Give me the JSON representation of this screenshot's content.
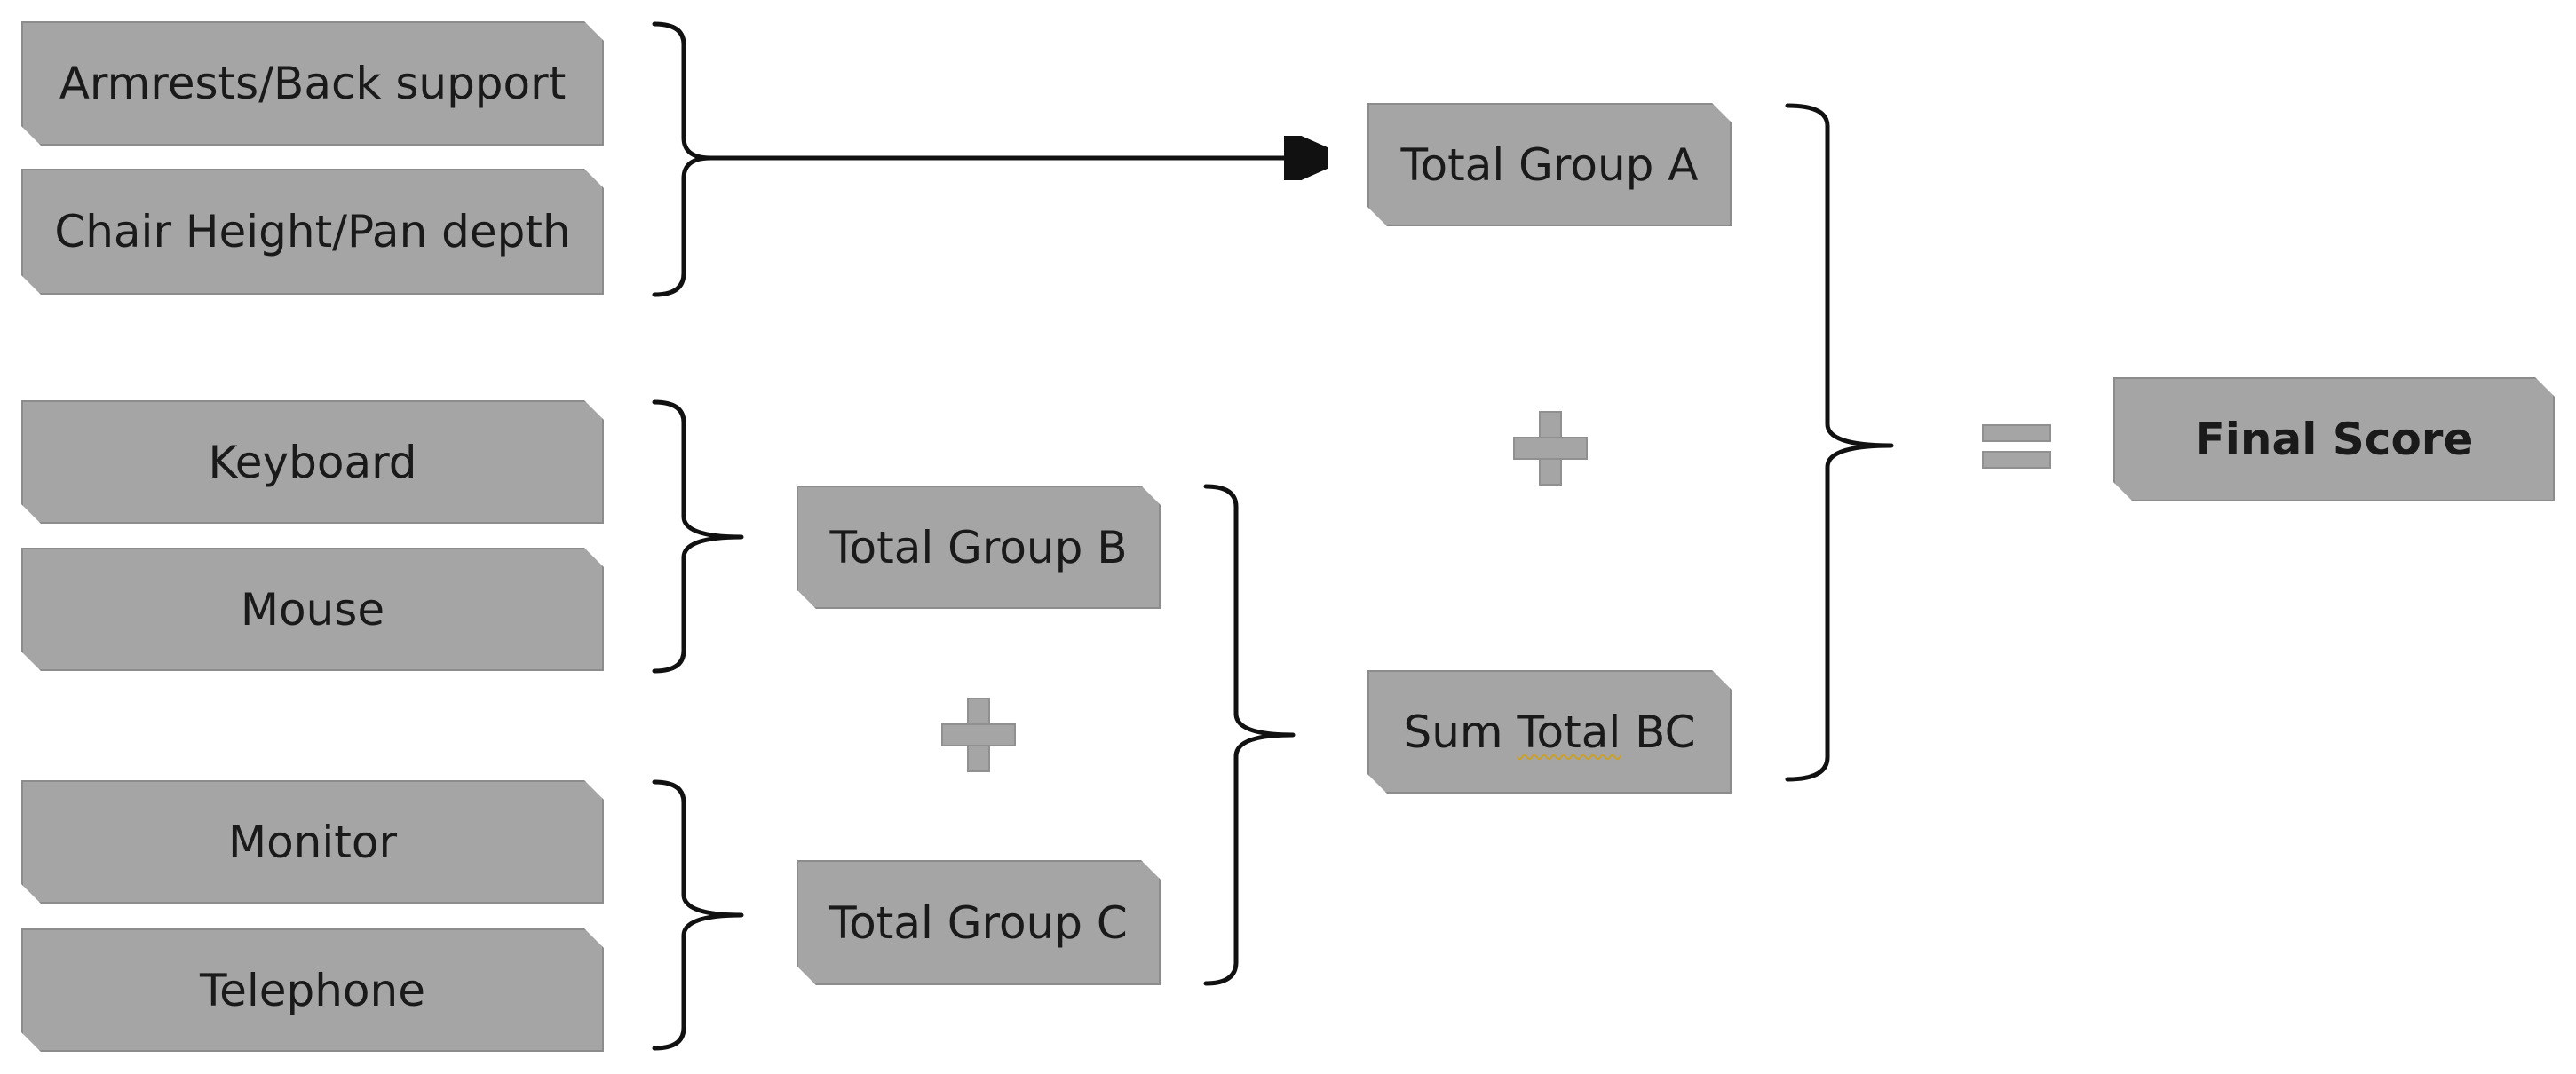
{
  "group_a_items": [
    "Armrests/Back support",
    "Chair Height/Pan depth"
  ],
  "group_b_items": [
    "Keyboard",
    "Mouse"
  ],
  "group_c_items": [
    "Monitor",
    "Telephone"
  ],
  "totals": {
    "group_a": "Total Group A",
    "group_b": "Total Group B",
    "group_c": "Total Group C",
    "sum_bc_prefix": "Sum ",
    "sum_bc_underlined": "Total",
    "sum_bc_suffix": " BC"
  },
  "final_score": "Final Score",
  "colors": {
    "box_fill": "#a5a5a5",
    "box_border": "#8c8c8c",
    "connector": "#111111",
    "operator": "#a5a5a5"
  },
  "operators": {
    "plus_icon": "plus-icon",
    "equals_icon": "equals-icon"
  }
}
